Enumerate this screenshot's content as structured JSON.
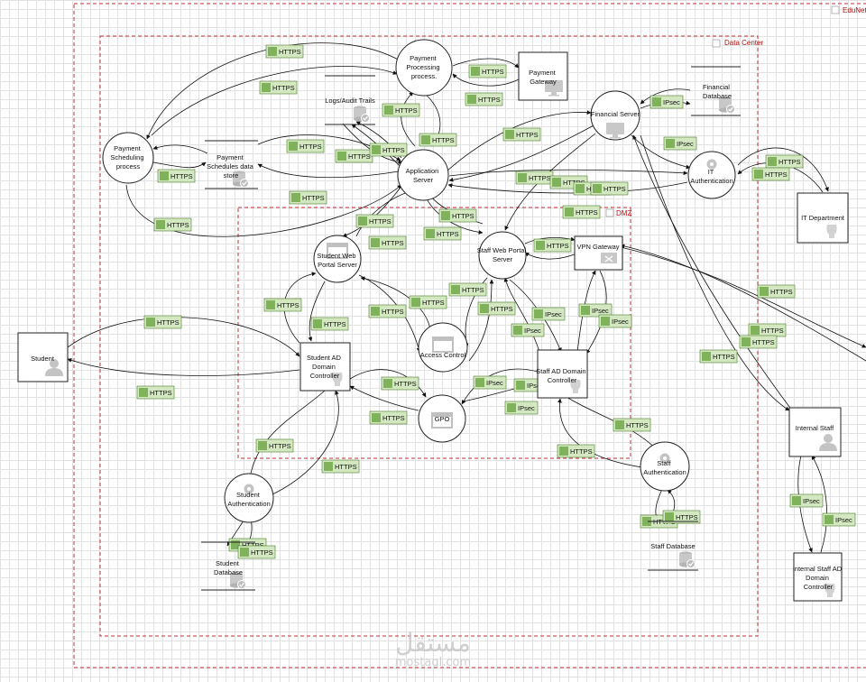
{
  "boundaries": {
    "edunet": "EduNet",
    "datacenter": "Data Center",
    "dmz": "DMZ"
  },
  "nodes": {
    "payment_processing": [
      "Payment",
      "Processing",
      "process."
    ],
    "payment_gateway": [
      "Payment",
      "Gateway"
    ],
    "logs": [
      "Logs/Audit Trails"
    ],
    "payment_scheduling": [
      "Payment",
      "Scheduling",
      "process"
    ],
    "payment_schedules_store": [
      "Payment",
      "Schedules data",
      "store"
    ],
    "application_server": [
      "Application",
      "Server"
    ],
    "financial_server": [
      "Financial Server"
    ],
    "financial_database": [
      "Financial",
      "Database"
    ],
    "it_authentication": [
      "IT",
      "Authentication"
    ],
    "it_department": [
      "IT Department"
    ],
    "student_web_portal": [
      "Student Web",
      "Portal Server"
    ],
    "staff_web_portal": [
      "Staff Web Portal",
      "Server"
    ],
    "vpn_gateway": [
      "VPN Gateway"
    ],
    "student": [
      "Student"
    ],
    "student_ad": [
      "Student AD",
      "Domain",
      "Controller"
    ],
    "access_control": [
      "Access Control"
    ],
    "staff_ad": [
      "Staff AD Domain",
      "Controller"
    ],
    "gpo": [
      "GPO"
    ],
    "student_authentication": [
      "Student",
      "Authentication"
    ],
    "student_database": [
      "Student",
      "Database"
    ],
    "staff_authentication": [
      "Staff",
      "Authentication"
    ],
    "staff_database": [
      "Staff Database"
    ],
    "internal_staff": [
      "Internal Staff"
    ],
    "internal_staff_ad": [
      "Internal Staff AD",
      "Domain",
      "Controller"
    ]
  },
  "protocols": {
    "https": "HTTPS",
    "ipsec": "IPsec"
  },
  "colors": {
    "boundary": "#c0303a",
    "badge_fill": "#d3e8c1",
    "badge_stroke": "#4a7a2a",
    "icon": "#9a9a9a"
  },
  "watermark": {
    "arabic": "مستقل",
    "latin": "mostaql.com"
  }
}
